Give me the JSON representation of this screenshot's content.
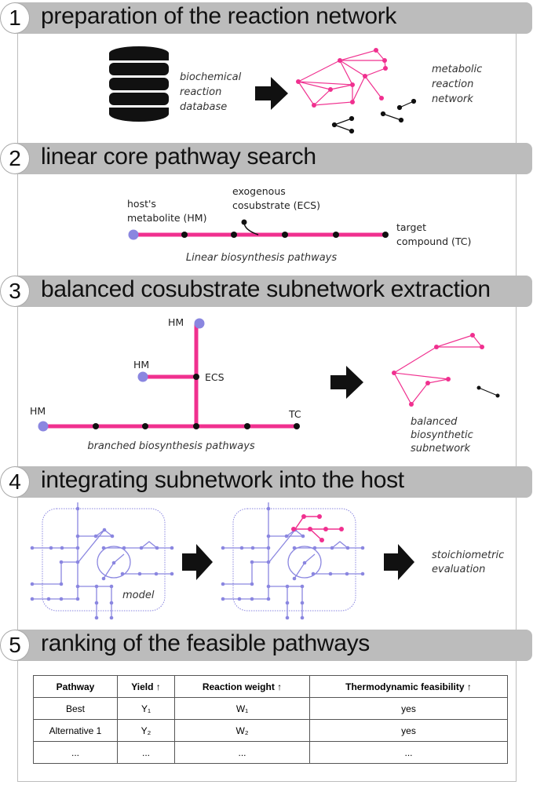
{
  "sections": [
    {
      "number": "1",
      "title": "preparation of the reaction network"
    },
    {
      "number": "2",
      "title": "linear core pathway search"
    },
    {
      "number": "3",
      "title": "balanced cosubstrate subnetwork extraction"
    },
    {
      "number": "4",
      "title": "integrating subnetwork into the host"
    },
    {
      "number": "5",
      "title": "ranking of the feasible pathways"
    }
  ],
  "s1": {
    "database_label": [
      "biochemical",
      "reaction",
      "database"
    ],
    "network_label": [
      "metabolic",
      "reaction",
      "network"
    ]
  },
  "s2": {
    "hm_label": [
      "host's",
      "metabolite (HM)"
    ],
    "ecs_label": [
      "exogenous",
      "cosubstrate (ECS)"
    ],
    "tc_label": [
      "target",
      "compound (TC)"
    ],
    "caption": "Linear biosynthesis pathways"
  },
  "s3": {
    "hm": "HM",
    "ecs": "ECS",
    "tc": "TC",
    "caption": "branched biosynthesis pathways",
    "subnetwork_label": [
      "balanced",
      "biosynthetic",
      "subnetwork"
    ]
  },
  "s4": {
    "model_label": "model",
    "evaluation_label": [
      "stoichiometric",
      "evaluation"
    ]
  },
  "table": {
    "headers": [
      "Pathway",
      "Yield ↑",
      "Reaction weight ↑",
      "Thermodynamic feasibility ↑"
    ],
    "rows": [
      [
        "Best",
        "Y₁",
        "W₁",
        "yes"
      ],
      [
        "Alternative 1",
        "Y₂",
        "W₂",
        "yes"
      ],
      [
        "...",
        "...",
        "...",
        "..."
      ]
    ]
  },
  "colors": {
    "pathway": "#f0308f",
    "host": "#8a86e0",
    "header": "#bcbcbc",
    "node": "#111111"
  }
}
